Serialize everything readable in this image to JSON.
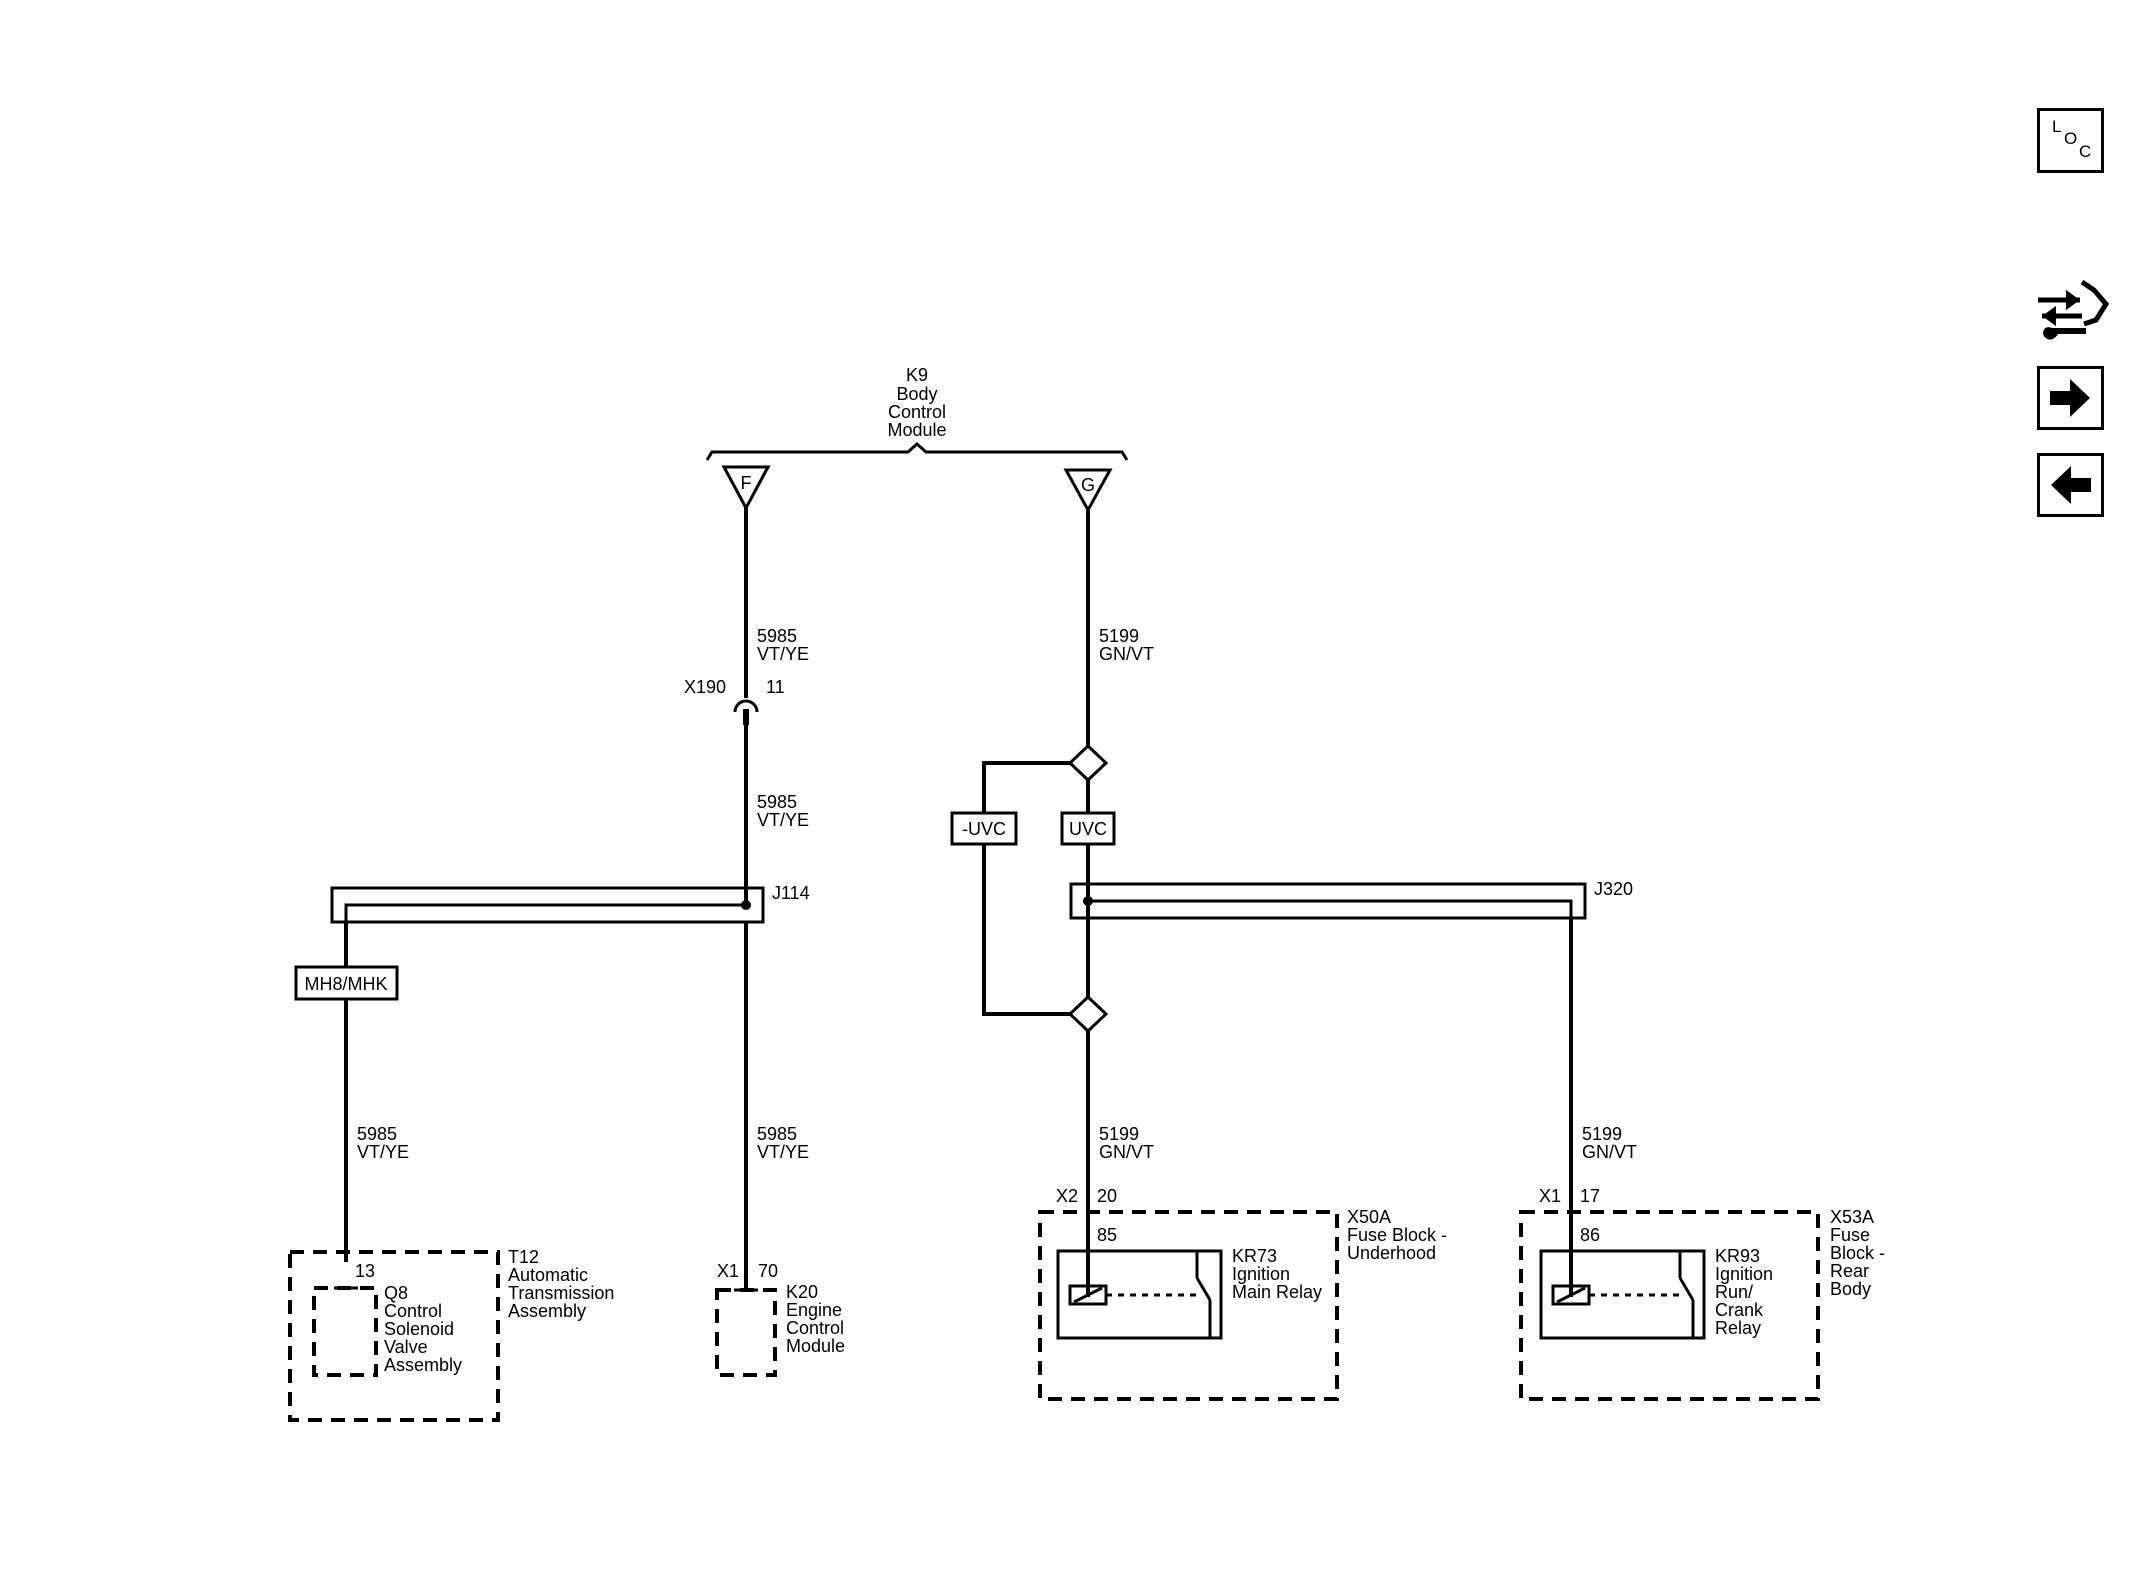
{
  "modules": {
    "bcm": {
      "id": "K9",
      "line1": "Body",
      "line2": "Control",
      "line3": "Module"
    },
    "tcm": {
      "id": "T12",
      "line1": "Automatic",
      "line2": "Transmission",
      "line3": "Assembly"
    },
    "q8": {
      "id": "Q8",
      "line1": "Control",
      "line2": "Solenoid",
      "line3": "Valve",
      "line4": "Assembly"
    },
    "ecm": {
      "id": "K20",
      "line1": "Engine",
      "line2": "Control",
      "line3": "Module"
    },
    "fuse_underhood": {
      "id": "X50A",
      "line1": "Fuse Block -",
      "line2": "Underhood"
    },
    "fuse_rear": {
      "id": "X53A",
      "line1": "Fuse",
      "line2": "Block -",
      "line3": "Rear",
      "line4": "Body"
    },
    "relay_main": {
      "id": "KR73",
      "line1": "Ignition",
      "line2": "Main Relay"
    },
    "relay_crank": {
      "id": "KR93",
      "line1": "Ignition",
      "line2": "Run/",
      "line3": "Crank",
      "line4": "Relay"
    }
  },
  "pins": {
    "bcm_f": "F",
    "bcm_g": "G",
    "x190_connector": "X190",
    "x190_pin": "11",
    "q8_pin": "13",
    "ecm_connector": "X1",
    "ecm_pin": "70",
    "underhood_connector": "X2",
    "underhood_pin": "20",
    "relay_main_pin": "85",
    "rear_connector": "X1",
    "rear_pin": "17",
    "relay_crank_pin": "86"
  },
  "splices": {
    "j114": "J114",
    "j320": "J320"
  },
  "options": {
    "mh8": "MH8/MHK",
    "neg_uvc": "-UVC",
    "uvc": "UVC"
  },
  "wires": {
    "w5985": {
      "circuit": "5985",
      "color": "VT/YE"
    },
    "w5199": {
      "circuit": "5199",
      "color": "GN/VT"
    }
  },
  "nav": {
    "loc_l": "L",
    "loc_o": "O",
    "loc_c": "C",
    "connector_icon": "wrench-arrows-icon",
    "forward_icon": "arrow-right-icon",
    "back_icon": "arrow-left-icon"
  }
}
